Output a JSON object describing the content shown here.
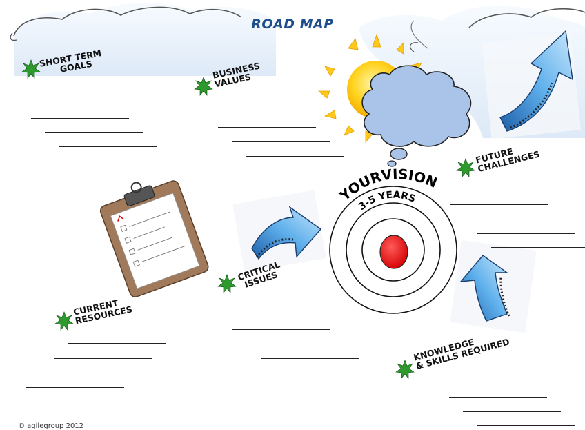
{
  "title": "ROAD MAP",
  "sections": {
    "short_term_goals": {
      "line1": "SHORT TERM",
      "line2": "GOALS"
    },
    "business_values": {
      "line1": "BUSINESS",
      "line2": "VALUES"
    },
    "future_challenges": {
      "line1": "FUTURE",
      "line2": "CHALLENGES"
    },
    "critical_issues": {
      "line1": "CRITICAL",
      "line2": "ISSUES"
    },
    "current_resources": {
      "line1": "CURRENT",
      "line2": "RESOURCES"
    },
    "knowledge_skills": {
      "line1": "KNOWLEDGE",
      "line2": "& SKILLS REQUIRED"
    }
  },
  "vision": {
    "arc_text": "YOURVISION",
    "sub_text": "3-5 YEARS"
  },
  "copyright": "© agilegroup 2012",
  "colors": {
    "title": "#1f4e8c",
    "star": "#2e9a2e",
    "bullseye": "#e00000",
    "cloud": "#a9c4e8",
    "arrow": "#4aa0e0",
    "sun": "#f6c21a"
  },
  "icons": [
    "cloud-icon",
    "sun-icon",
    "thought-cloud-icon",
    "arrow-icon",
    "clipboard-icon",
    "star-icon",
    "target-icon"
  ]
}
